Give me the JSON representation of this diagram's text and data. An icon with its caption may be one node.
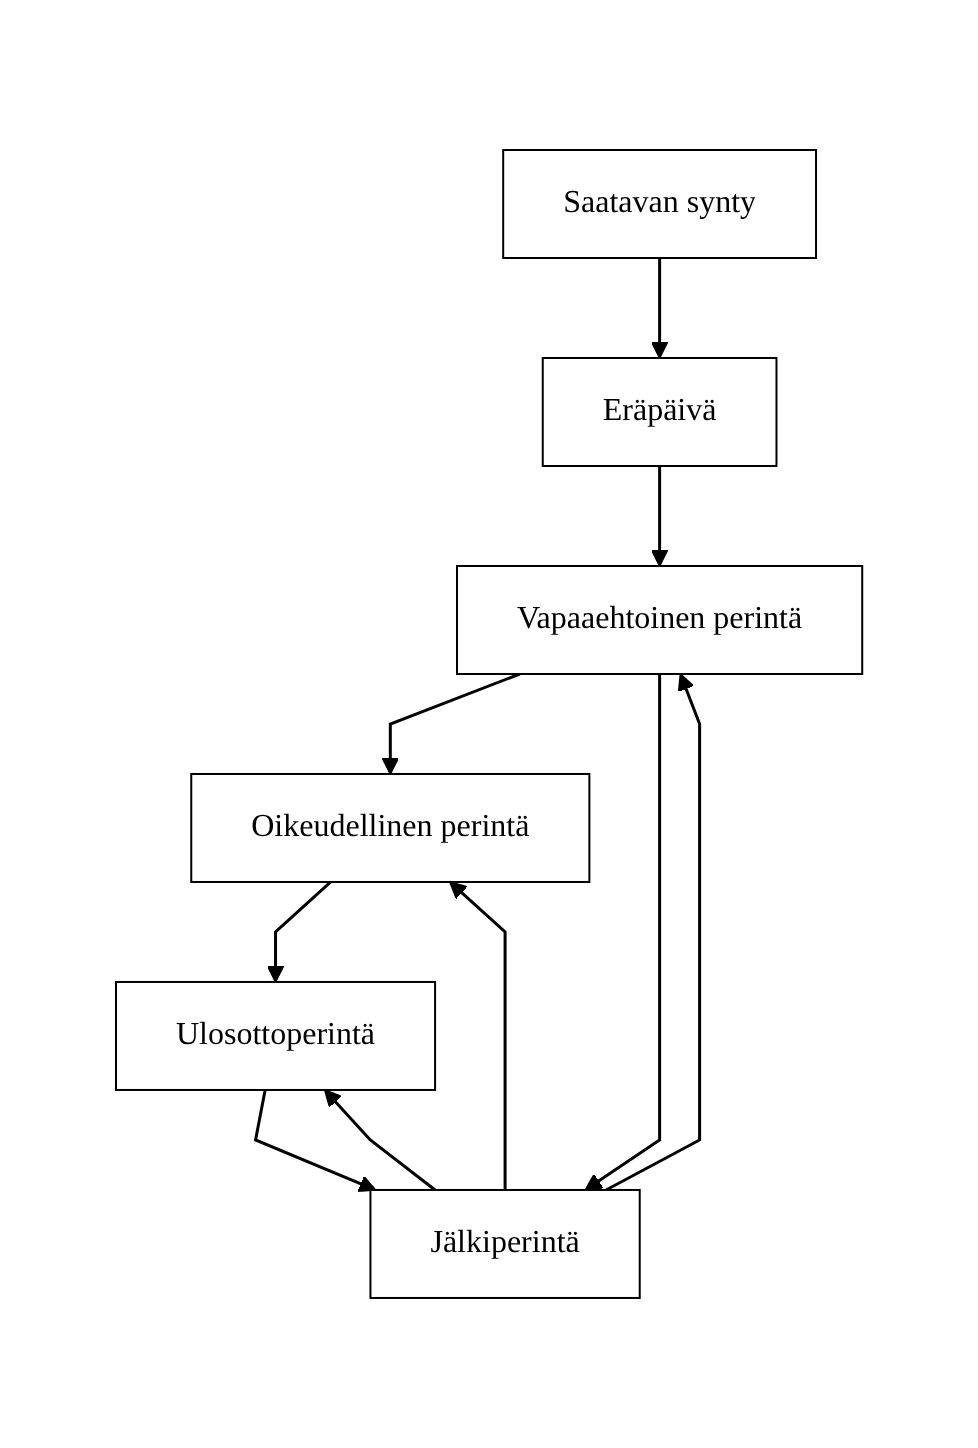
{
  "diagram": {
    "nodes": [
      {
        "text": [
          "Saatavan synty"
        ]
      },
      {
        "text": [
          "Eräpäivä"
        ]
      },
      {
        "text": [
          "Vapaaehtoinen perintä"
        ]
      },
      {
        "text": [
          "Oikeudellinen perintä"
        ]
      },
      {
        "text": [
          "Ulosottoperintä"
        ]
      },
      {
        "text": [
          "Jälkiperintä"
        ]
      }
    ],
    "edges": [
      {
        "from": 0,
        "to": 1,
        "arrow": "to"
      },
      {
        "from": 1,
        "to": 2,
        "arrow": "to"
      },
      {
        "from": 2,
        "to": 3,
        "arrow": "to"
      },
      {
        "from": 3,
        "to": 4,
        "arrow": "to"
      },
      {
        "from": 4,
        "to": 5,
        "arrow": "to"
      },
      {
        "from": 2,
        "to": 5,
        "arrow": "to"
      },
      {
        "from": 5,
        "to": 2,
        "arrow": "to"
      },
      {
        "from": 5,
        "to": 3,
        "arrow": "to"
      },
      {
        "from": 5,
        "to": 4,
        "arrow": "to"
      }
    ]
  }
}
